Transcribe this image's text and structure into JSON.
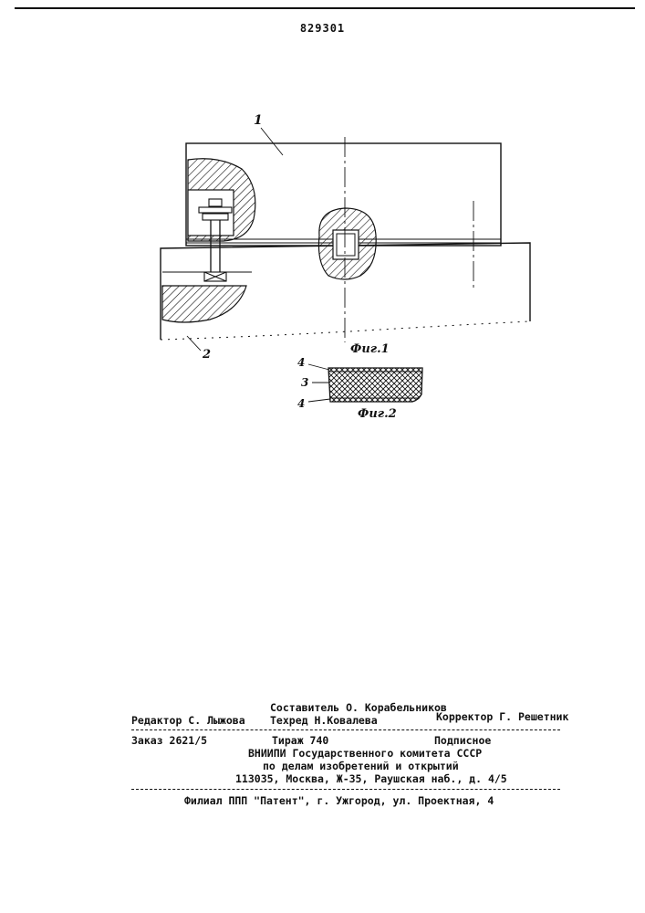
{
  "patent_number": "829301",
  "figures": {
    "fig1": {
      "caption": "Фиг.1",
      "labels": {
        "part1": "1",
        "part2": "2"
      }
    },
    "fig2": {
      "caption": "Фиг.2",
      "labels": {
        "top": "4",
        "middle": "3",
        "bottom": "4"
      }
    }
  },
  "footer": {
    "compiler": "Составитель О. Корабельников",
    "editor": "Редактор С. Лыжова",
    "tech_editor": "Техред Н.Ковалева",
    "corrector": "Корректор Г. Решетник",
    "order": "Заказ 2621/5",
    "circulation": "Тираж 740",
    "subscription": "Подписное",
    "org_line1": "ВНИИПИ Государственного комитета СССР",
    "org_line2": "по делам изобретений и открытий",
    "address": "113035, Москва, Ж-35, Раушская наб., д. 4/5",
    "branch": "Филиал ППП \"Патент\", г. Ужгород, ул. Проектная, 4"
  }
}
